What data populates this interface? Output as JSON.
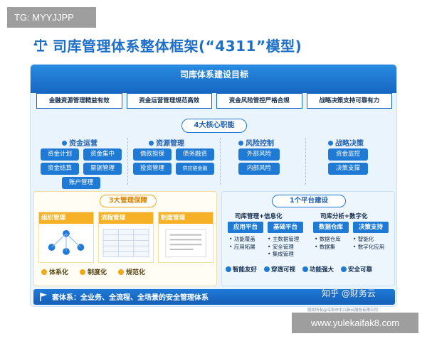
{
  "corner_tag": "TG: MYYJJPP",
  "title": "司库管理体系整体框架(“4311”模型)",
  "goal": {
    "title": "司库体系建设目标",
    "items": [
      "金融资源管理精益有效",
      "资金运营管理规范高效",
      "资金风险管控严格合规",
      "战略决策支持可靠有力"
    ]
  },
  "core": {
    "label": "4大核心职能",
    "columns": [
      {
        "title": "资金运营",
        "chips": [
          "资金计划",
          "资金集中",
          "资金结算",
          "票据管理",
          "账户管理"
        ]
      },
      {
        "title": "资源管理",
        "chips": [
          "借款担保",
          "债务融资",
          "投资管理",
          "供应链金融"
        ]
      },
      {
        "title": "风险控制",
        "chips": [
          "外部风险",
          "内部风险"
        ]
      },
      {
        "title": "战略决策",
        "chips": [
          "资金监控",
          "决策支撑"
        ]
      }
    ]
  },
  "guarantee": {
    "label": "3大管理保障",
    "cards": [
      "组织管理",
      "流程管理",
      "制度管理"
    ],
    "bullets": [
      "体系化",
      "制度化",
      "规范化"
    ]
  },
  "platform": {
    "label": "1个平台建设",
    "groups": [
      {
        "title": "司库管理+信息化",
        "boxes": [
          "应用平台",
          "基础平台"
        ],
        "lists": [
          [
            "功能覆盖",
            "应用拓展"
          ],
          [
            "主数据管理",
            "安全管理",
            "集成管理"
          ]
        ]
      },
      {
        "title": "司库分析+数字化",
        "boxes": [
          "数据仓库",
          "决策支持"
        ],
        "lists": [
          [
            "数据仓库",
            "数据集"
          ],
          [
            "智能化",
            "数字化应用"
          ]
        ]
      }
    ],
    "features": [
      "智能友好",
      "穿透可视",
      "功能强大",
      "安全可靠"
    ]
  },
  "footer": "套体系：全业务、全流程、全场景的安全管理体系",
  "watermark": "知乎 @财务云",
  "copyright": "版权所有@深圳市中兴新云服务有限公司",
  "url_tag": "www.yulekaifak8.com",
  "colors": {
    "primary": "#1f7ad6",
    "title": "#1e6fc8",
    "accent": "#f0a818"
  }
}
